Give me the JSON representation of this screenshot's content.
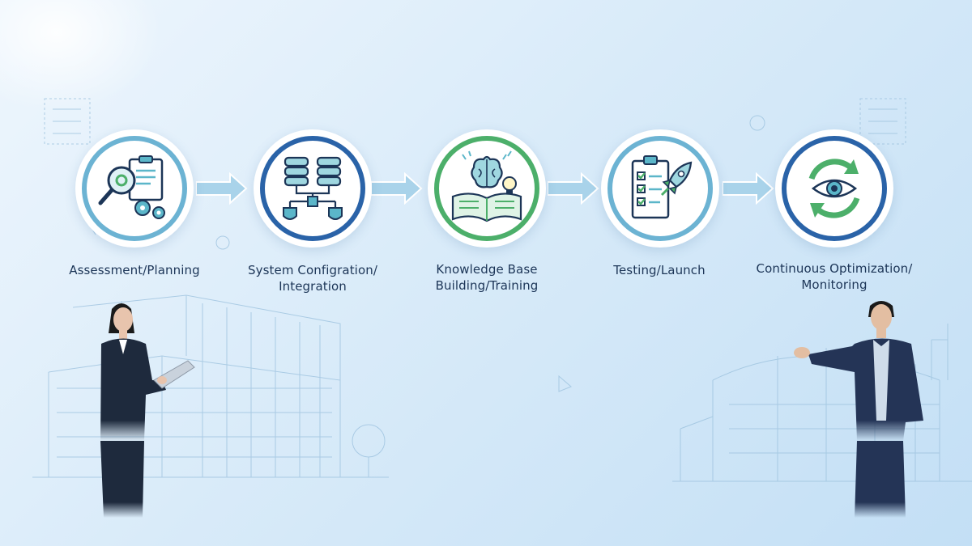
{
  "steps": [
    {
      "line1": "Assessment/Planning",
      "line2": "",
      "icon": "magnifier-gears-icon",
      "ring": "#6cb3d3"
    },
    {
      "line1": "System Configration/",
      "line2": "Integration",
      "icon": "database-network-icon",
      "ring": "#2a63a8"
    },
    {
      "line1": "Knowledge Base",
      "line2": "Building/Training",
      "icon": "brain-book-icon",
      "ring": "#4caf6a"
    },
    {
      "line1": "Testing/Launch",
      "line2": "",
      "icon": "checklist-rocket-icon",
      "ring": "#6cb3d3"
    },
    {
      "line1": "Continuous Optimization/",
      "line2": "Monitoring",
      "icon": "eye-cycle-icon",
      "ring": "#2a63a8"
    }
  ],
  "colors": {
    "navy": "#1c3557",
    "teal": "#5bb6c9",
    "green": "#4caf6a",
    "blue": "#2a63a8"
  }
}
